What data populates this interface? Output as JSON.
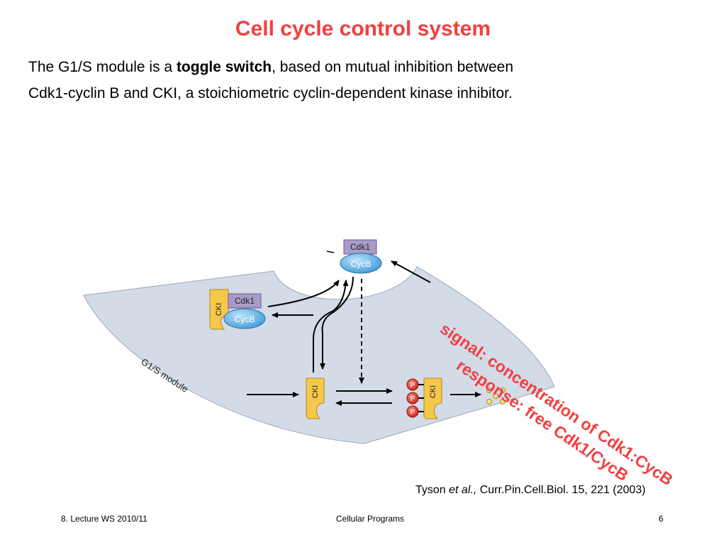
{
  "slide": {
    "title": "Cell cycle control system",
    "line1_pre": "The G1/S module is a ",
    "line1_bold": "toggle switch",
    "line1_post": ", based on mutual inhibition between",
    "line2": "Cdk1-cyclin B and CKI, a stoichiometric cyclin-dependent kinase inhibitor."
  },
  "diagram": {
    "module_label": "G1/S module",
    "cdk1": "Cdk1",
    "cycb": "CycB",
    "cki": "CKI",
    "phospho": "P",
    "colors": {
      "module_fill": "#d3dbe7",
      "cki_fill": "#f6c84a",
      "cdk1_fill": "#a99bc9",
      "cycb_fill": "#4da6e0",
      "phospho_fill": "#d8281e"
    }
  },
  "annotation": {
    "signal": "signal: concentration of Cdk1:CycB",
    "response": "response: free Cdk1/CycB"
  },
  "citation": {
    "author": "Tyson ",
    "etal": "et al.,",
    "ref": " Curr.Pin.Cell.Biol. 15, 221 (2003)"
  },
  "footer": {
    "left": "8. Lecture WS 2010/11",
    "center": "Cellular Programs",
    "right": "6"
  }
}
